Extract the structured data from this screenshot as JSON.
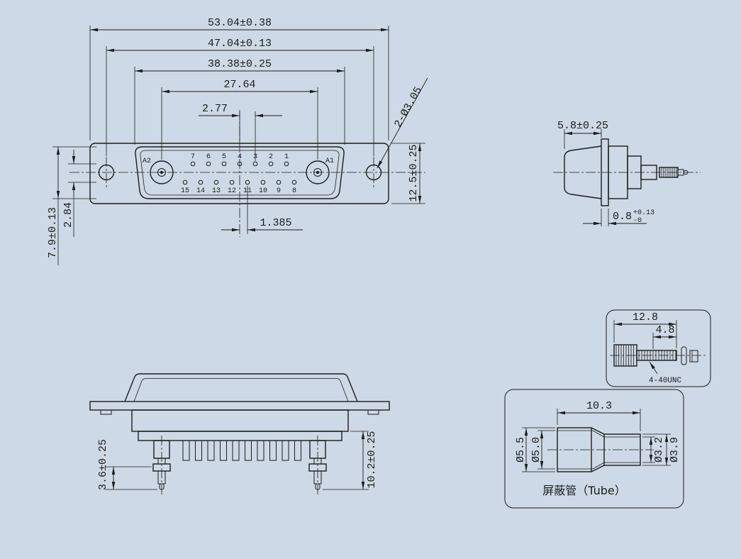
{
  "colors": {
    "background": "#cdd9e6",
    "ink": "#1c1c1c"
  },
  "front_view": {
    "dim_total_width": "53.04±0.38",
    "dim_hole_span": "47.04±0.13",
    "dim_insert_width": "38.38±0.25",
    "dim_coax_span": "27.64",
    "dim_pin_pitch": "2.77",
    "dim_mount_holes": "2-Ø3.05",
    "dim_height": "12.5±0.25",
    "dim_insert_height": "7.9±0.13",
    "dim_row_gap": "2.84",
    "dim_row_offset": "1.385",
    "label_a2": "A2",
    "label_a1": "A1",
    "pins_top": [
      "7",
      "6",
      "5",
      "4",
      "3",
      "2",
      "1"
    ],
    "pins_bottom": [
      "15",
      "14",
      "13",
      "12",
      "11",
      "10",
      "9",
      "8"
    ]
  },
  "side_view": {
    "dim_shell_depth": "5.8±0.25",
    "dim_flange_thickness": "0.8",
    "tol_plus": "+0.13",
    "tol_minus": "-0"
  },
  "rear_view": {
    "dim_tail_tip": "3.6±0.25",
    "dim_tail_length": "10.2±0.25"
  },
  "screw_detail": {
    "dim_length": "12.8",
    "dim_thread_length": "4.8",
    "label_thread": "4-40UNC"
  },
  "tube_detail": {
    "dim_length": "10.3",
    "dim_od_large": "Ø5.5",
    "dim_bore_large": "Ø5.0",
    "dim_bore_small": "Ø3.2",
    "dim_od_small": "Ø3.9",
    "caption": "屏蔽管（Tube）"
  }
}
